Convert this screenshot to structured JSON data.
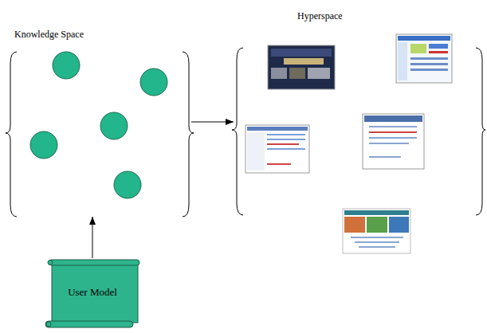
{
  "diagram": {
    "nodes": [
      {
        "text": [
          "Knowledge Space"
        ]
      },
      {
        "text": [
          "Hyperspace"
        ]
      },
      {
        "text": [
          "User Model"
        ]
      }
    ],
    "edges": [
      {
        "from": 0,
        "to": 1,
        "arrow": "to"
      },
      {
        "from": 2,
        "to": 0,
        "arrow": "to"
      }
    ]
  }
}
